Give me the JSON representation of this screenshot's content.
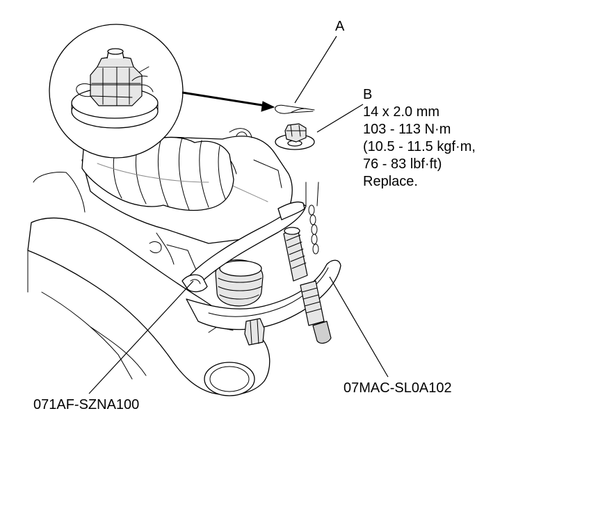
{
  "callouts": {
    "a": "A",
    "b": "B"
  },
  "spec_b": [
    "14 x 2.0 mm",
    "103 - 113 N·m",
    "(10.5 - 11.5 kgf·m,",
    "76 - 83 lbf·ft)",
    "Replace."
  ],
  "tools": {
    "ball_joint_remover": "071AF-SZNA100",
    "ball_joint_adapter": "07MAC-SL0A102"
  }
}
